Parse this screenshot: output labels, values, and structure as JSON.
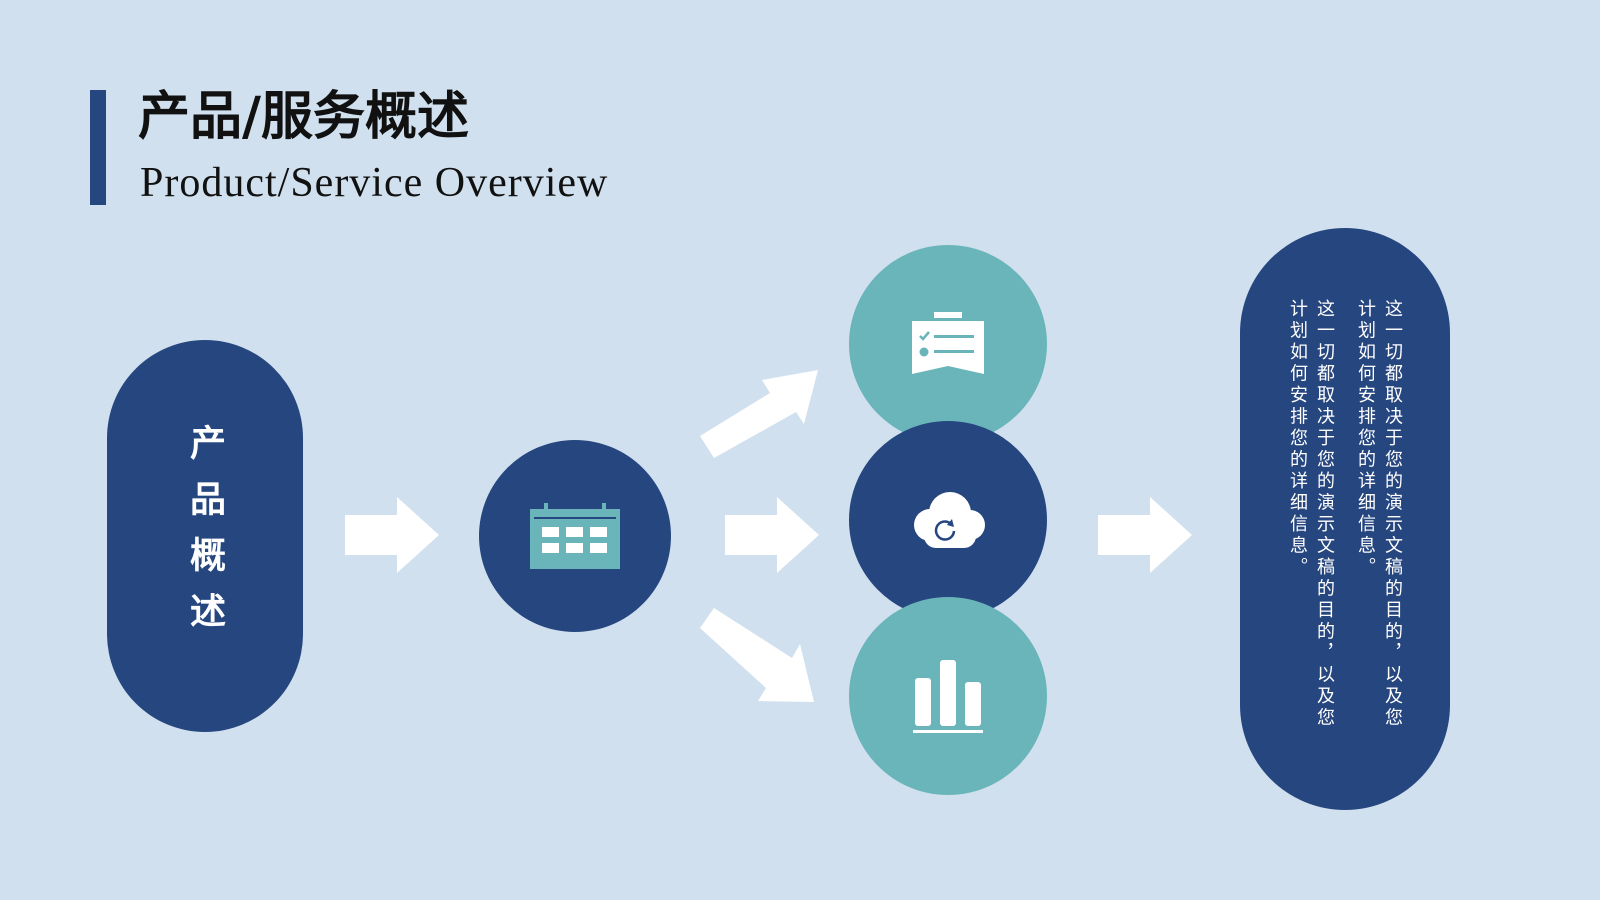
{
  "header": {
    "title_cn": "产品/服务概述",
    "title_en": "Product/Service Overview"
  },
  "left_pill": {
    "label": "产品概述"
  },
  "nodes": {
    "calendar": {
      "icon": "calendar-icon"
    },
    "clipboard": {
      "icon": "clipboard-checklist-icon"
    },
    "cloud": {
      "icon": "cloud-sync-icon"
    },
    "chart": {
      "icon": "bar-chart-icon"
    }
  },
  "right_pill": {
    "paragraphs": [
      "这一切都取决于您的演示文稿的目的，以及您计划如何安排您的详细信息。",
      "这一切都取决于您的演示文稿的目的，以及您计划如何安排您的详细信息。"
    ]
  },
  "colors": {
    "background": "#d0e0ee",
    "dark_blue": "#26467f",
    "teal": "#6ab5b9",
    "white": "#ffffff"
  }
}
